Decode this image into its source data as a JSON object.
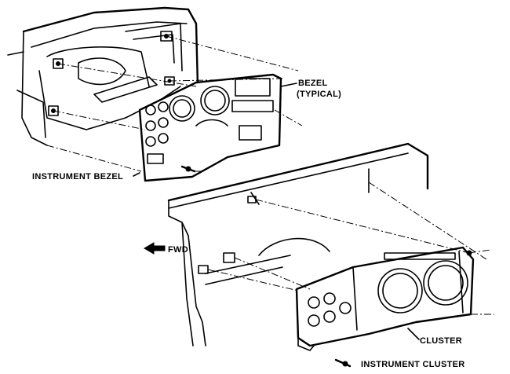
{
  "labels": {
    "bezel": "BEZEL",
    "bezel_typical": "(TYPICAL)",
    "instrument_bezel": "INSTRUMENT BEZEL",
    "fwd": "FWD",
    "cluster": "CLUSTER",
    "instrument_cluster": "INSTRUMENT CLUSTER"
  }
}
